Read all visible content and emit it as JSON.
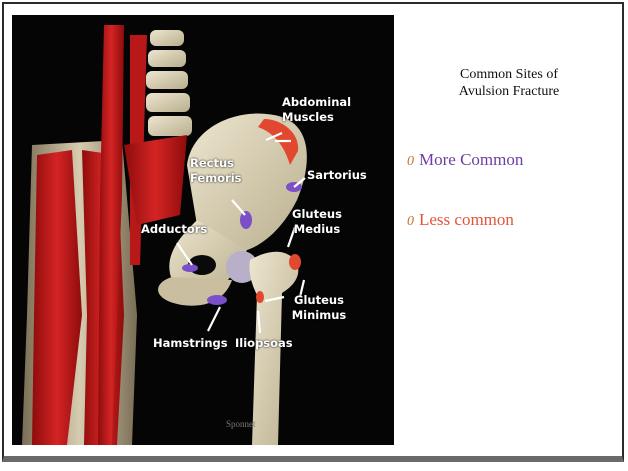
{
  "slide": {
    "title_line1": "Common Sites of",
    "title_line2": "Avulsion Fracture",
    "bullets": [
      {
        "marker": "0",
        "text": "More Common",
        "color": "#6e3fa3"
      },
      {
        "marker": "0",
        "text": "Less common",
        "color": "#e4543a"
      }
    ]
  },
  "figure": {
    "labels": {
      "abdominal_1": "Abdominal",
      "abdominal_2": "Muscles",
      "rectus_1": "Rectus",
      "rectus_2": "Femoris",
      "sartorius": "Sartorius",
      "gluteus_medius_1": "Gluteus",
      "gluteus_medius_2": "Medius",
      "adductors": "Adductors",
      "gluteus_minimus_1": "Gluteus",
      "gluteus_minimus_2": "Minimus",
      "hamstrings": "Hamstrings",
      "iliopsoas": "Iliopsoas"
    },
    "watermark": "Sponnet",
    "colors": {
      "more_common": "#7a4fc8",
      "less_common": "#e2482f",
      "muscle": "#c41a1a",
      "bone": "#d9d0b4",
      "background": "#050505"
    }
  }
}
